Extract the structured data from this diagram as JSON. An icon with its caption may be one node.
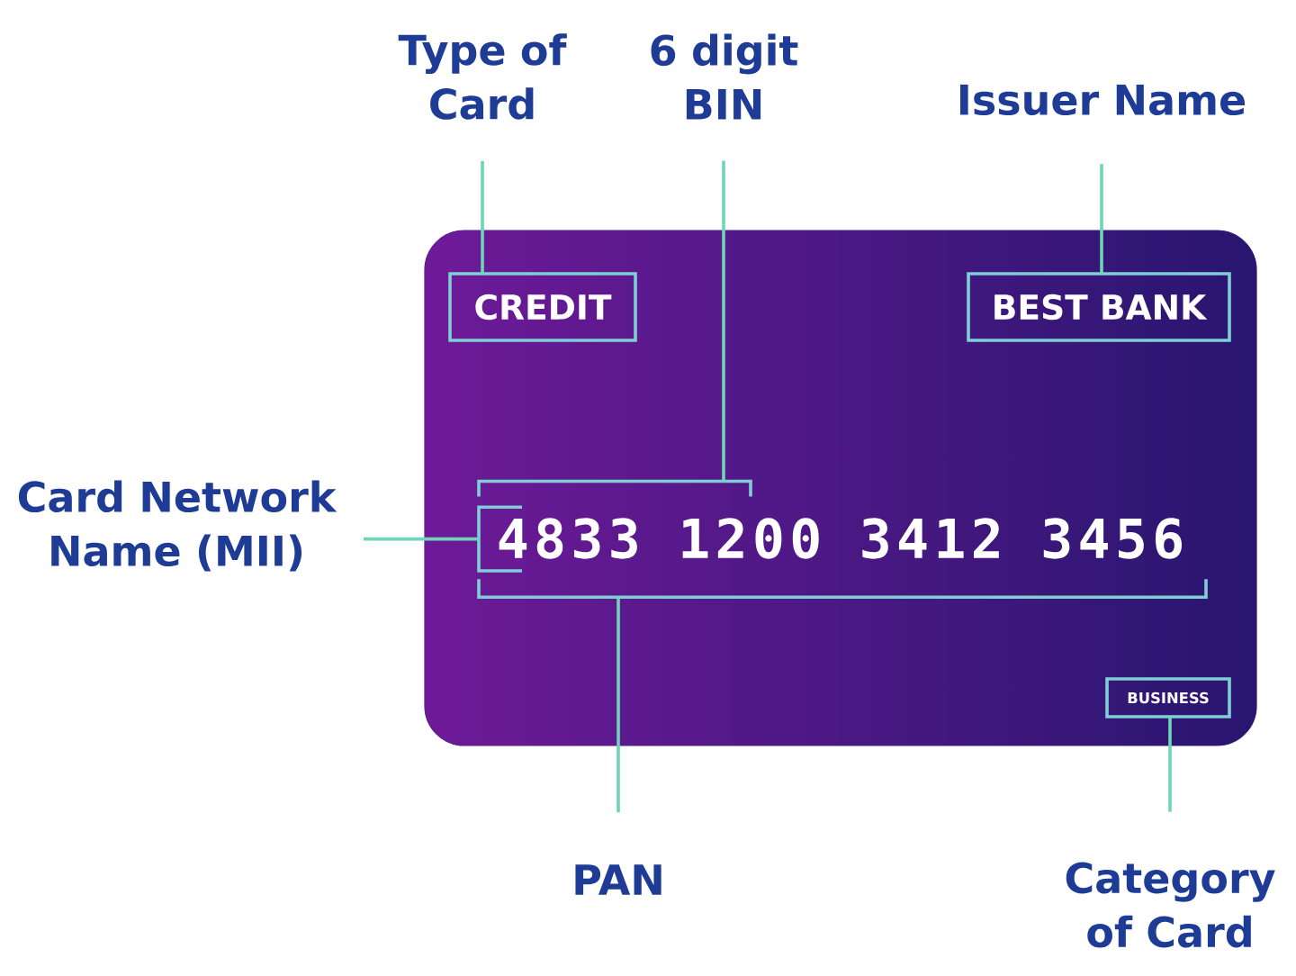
{
  "diagram": {
    "nodes": [
      {
        "text": [
          "Type of Card"
        ]
      },
      {
        "text": [
          "6 digit BIN"
        ]
      },
      {
        "text": [
          "Issuer Name"
        ]
      },
      {
        "text": [],
        "shape": "card"
      },
      {
        "text": [
          "CREDIT"
        ],
        "in": 3
      },
      {
        "text": [
          "BEST BANK"
        ],
        "in": 3
      },
      {
        "text": [
          "Card Network Name (MII)"
        ]
      },
      {
        "text": [],
        "shape": "bracket",
        "in": 3
      },
      {
        "text": [],
        "shape": "bracket",
        "in": 3
      },
      {
        "text": [],
        "shape": "bracket",
        "in": 3
      },
      {
        "text": [
          "BUSINESS"
        ],
        "in": 3
      },
      {
        "text": [
          "PAN"
        ]
      },
      {
        "text": [
          "Category of Card"
        ]
      }
    ],
    "edges": [
      {
        "from": 0,
        "to": 4,
        "arrow": "none"
      },
      {
        "from": 1,
        "to": 7,
        "arrow": "none"
      },
      {
        "from": 2,
        "to": 5,
        "arrow": "none"
      },
      {
        "from": 6,
        "to": 8,
        "arrow": "none"
      },
      {
        "from": 11,
        "to": 9,
        "arrow": "none"
      },
      {
        "from": 12,
        "to": 10,
        "arrow": "none"
      }
    ],
    "labels": [
      "4833 1200 3412 3456"
    ]
  }
}
